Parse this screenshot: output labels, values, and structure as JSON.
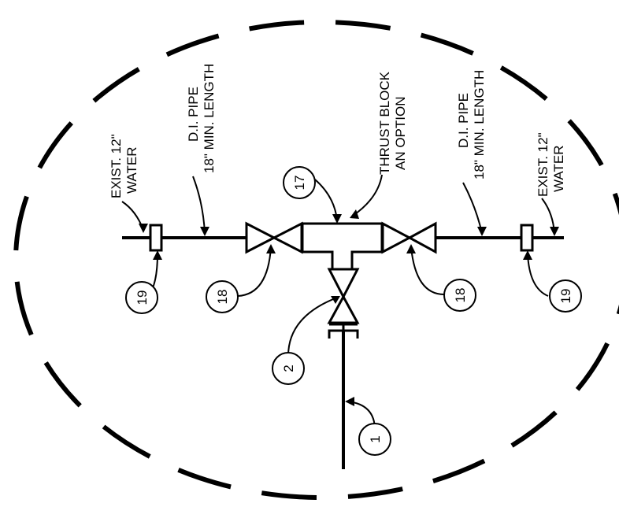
{
  "callouts": {
    "left_water": [
      "EXIST. 12\"",
      "WATER"
    ],
    "left_pipe": [
      "D.I. PIPE",
      "18\" MIN. LENGTH"
    ],
    "thrust_block": [
      "THRUST BLOCK",
      "AN OPTION"
    ],
    "right_pipe": [
      "D.I. PIPE",
      "18\" MIN. LENGTH"
    ],
    "right_water": [
      "EXIST. 12\"",
      "WATER"
    ]
  },
  "tags": {
    "t17": "17",
    "t19_left": "19",
    "t18_left": "18",
    "t18_right": "18",
    "t19_right": "19",
    "t2": "2",
    "t1": "1"
  }
}
